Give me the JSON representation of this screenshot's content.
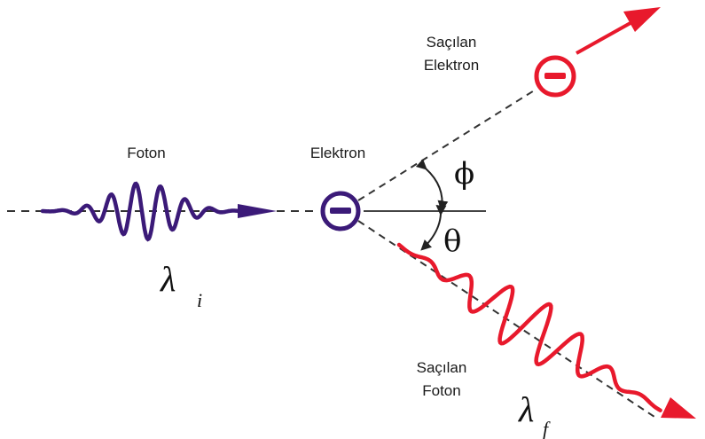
{
  "labels": {
    "incoming_photon": "Foton",
    "electron": "Elektron",
    "scattered_electron_line1": "Saçılan",
    "scattered_electron_line2": "Elektron",
    "scattered_photon_line1": "Saçılan",
    "scattered_photon_line2": "Foton",
    "phi": "ϕ",
    "theta": "θ",
    "lambda": "λ",
    "lambda_i_subscript": "i",
    "lambda_f_subscript": "f",
    "electron_sign": "−"
  },
  "colors": {
    "incoming_photon": "#3b1a78",
    "electron_outline": "#3b1a78",
    "scattered": "#e8192c",
    "lines": "#333333",
    "text": "#1a1a1a"
  },
  "icons": {
    "incoming_electron": "minus-in-circle",
    "scattered_electron": "minus-in-circle",
    "arrowheads": "triangle-arrow"
  }
}
